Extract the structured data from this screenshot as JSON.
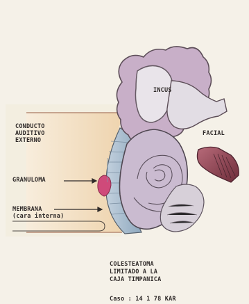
{
  "labels": {
    "conducto_auditivo_externo": [
      "CONDUCTO",
      "AUDITIVO",
      "EXTERNO"
    ],
    "granuloma": "GRANULOMA",
    "membrana": [
      "MEMBRANA",
      "(cara interna)"
    ],
    "incus": "INCUS",
    "facial": "FACIAL"
  },
  "caption": [
    "COLESTEATOMA",
    "LIMITADO A LA",
    "CAJA TIMPANICA"
  ],
  "scale_note": "Caso : 14 1 78 KAR",
  "colors": {
    "background": "#f5f1e8",
    "ossicle_fill": "#cbb4c9",
    "ossicle_outline": "#4d4045",
    "membrane_blue": "#9fb4c6",
    "granuloma_pink": "#cf4a7a",
    "facial_nerve": "#8e3f4f",
    "ear_canal": "#efd4ae",
    "label_ink": "#2f2a29"
  }
}
